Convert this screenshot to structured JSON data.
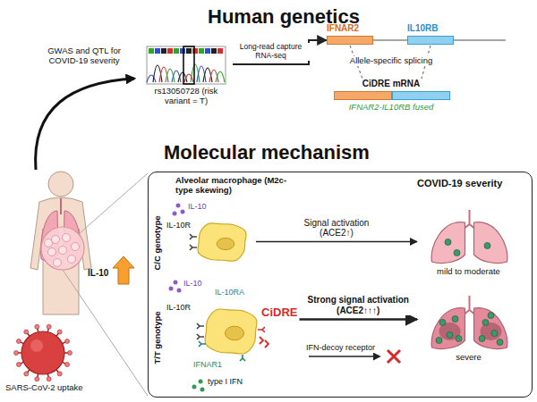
{
  "diagram": {
    "nodes": [
      {
        "text": [
          "rs13050728 (risk variant = T)"
        ]
      },
      {
        "text": [
          "IFNAR2"
        ]
      },
      {
        "text": [
          "IL10RB"
        ]
      },
      {
        "text": [
          "CiDRE mRNA",
          "IFNAR2-IL10RB fused"
        ]
      },
      {
        "text": [
          "Alveolar macrophage (M2c-type skewing)",
          "COVID-19 severity"
        ]
      },
      {
        "text": [
          "IL-10R"
        ],
        "in": 4
      },
      {
        "text": [
          "mild to moderate"
        ],
        "in": 4
      },
      {
        "text": [
          "IL-10R",
          "CiDRE",
          "IFNAR1"
        ],
        "in": 4
      },
      {
        "text": [
          "severe"
        ],
        "in": 4
      }
    ],
    "edges": [
      {
        "from": 0,
        "to": 1,
        "label": "Long-read capture RNA-seq",
        "arrow": "to"
      },
      {
        "from": 1,
        "to": 3,
        "arrow": "none"
      },
      {
        "from": 2,
        "to": 3,
        "arrow": "none"
      },
      {
        "from": 5,
        "to": 6,
        "label": "Signal activation (ACE2↑)",
        "arrow": "to"
      },
      {
        "from": 7,
        "to": 8,
        "label": "Strong signal activation (ACE2↑↑↑)",
        "arrow": "to"
      }
    ],
    "labels": [
      "Human genetics",
      "GWAS and QTL for COVID-19 severity",
      "Allele-specific splicing",
      "Molecular mechanism",
      "IL-10",
      "SARS-CoV-2 uptake",
      "C/C genotype",
      "T/T genotype",
      "IL-10",
      "IL-10",
      "IL-10RA",
      "type I IFN",
      "IFN-decoy receptor"
    ]
  }
}
